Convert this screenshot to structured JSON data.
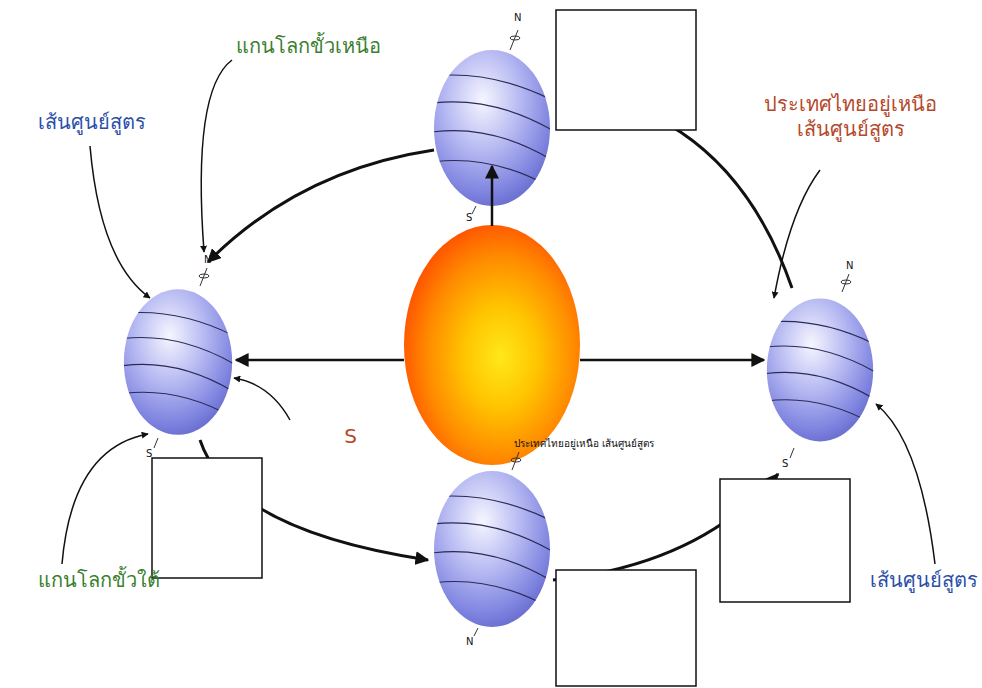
{
  "diagram": {
    "labels": [
      "แกนโลกขั้วเหนือ",
      "เส้นศูนย์สูตร",
      "ประเทศไทยอยู่เหนือ เส้นศูนย์สูตร",
      "N",
      "S",
      "N",
      "S",
      "N",
      "S",
      "ประเทศไทยอยู่เหนือ เส้นศูนย์สูตร",
      "N",
      "S",
      "แกนโลกขั้วใต้",
      "เส้นศูนย์สูตร"
    ]
  }
}
